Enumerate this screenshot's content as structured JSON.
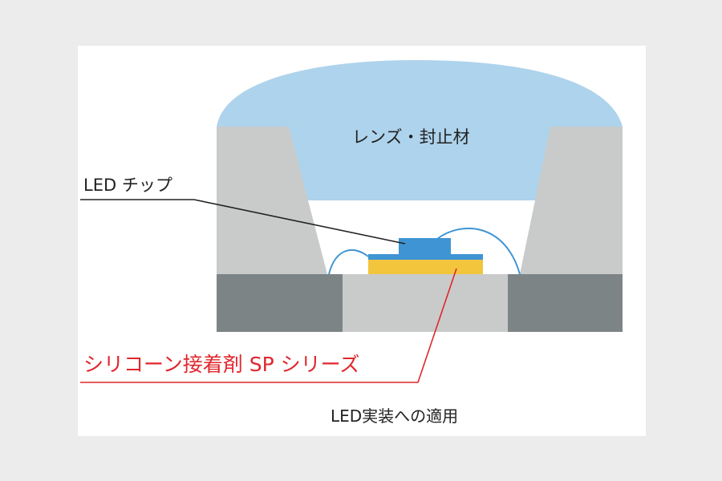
{
  "labels": {
    "lens": "レンズ・封止材",
    "chip": "LED チップ",
    "adhesive": "シリコーン接着剤 SP シリーズ",
    "caption": "LED実装への適用"
  },
  "colors": {
    "background": "#ececec",
    "panel": "#ffffff",
    "lens": "#aed3ec",
    "reflector": "#c9cbcb",
    "substrate_dark": "#7d8486",
    "substrate_light": "#c9cbcb",
    "chip": "#3f95d4",
    "adhesive": "#f2c53d",
    "wire": "#3f95d4",
    "leader_chip": "#222222",
    "leader_adhesive": "#e0262c",
    "adhesive_text": "#e0262c",
    "text": "#222222"
  }
}
